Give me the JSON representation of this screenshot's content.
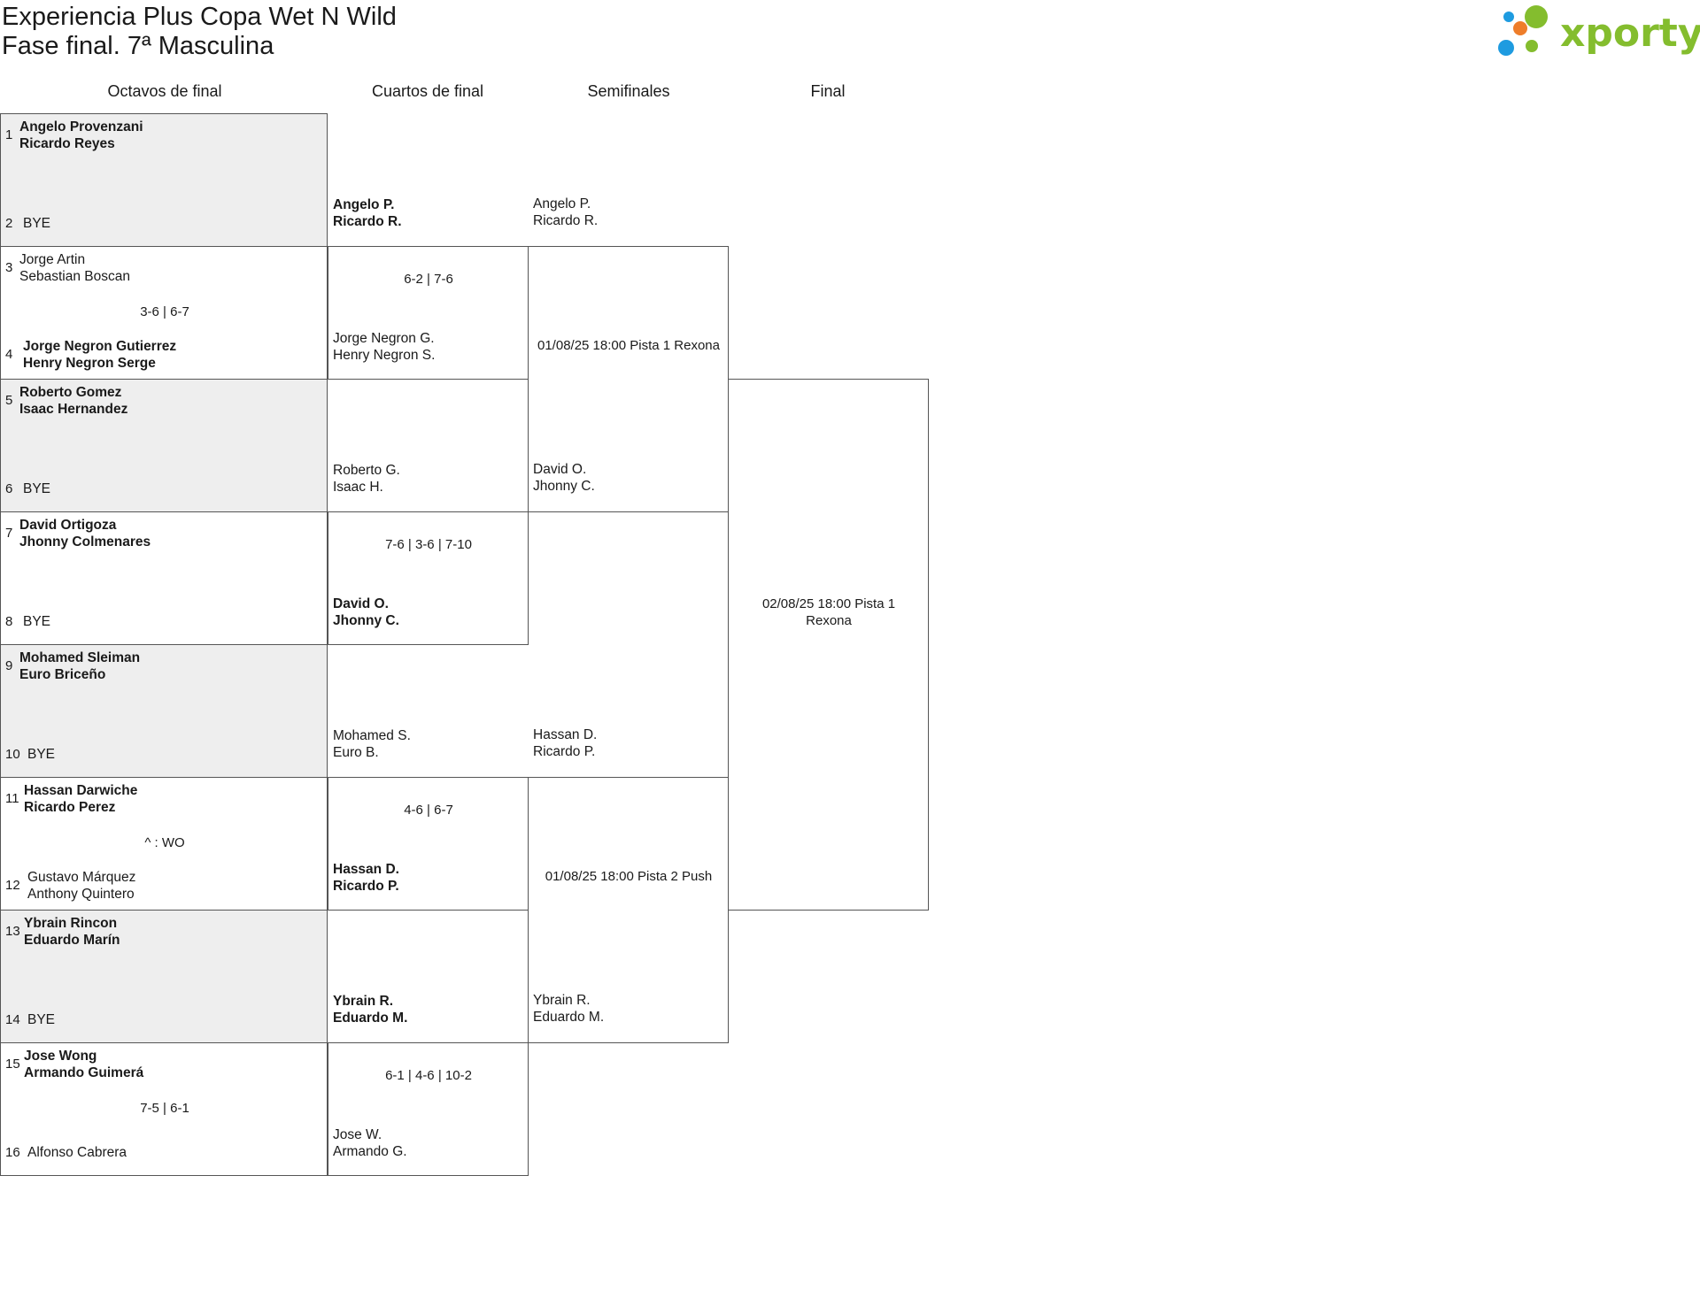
{
  "header": {
    "title_line1": "Experiencia Plus Copa Wet N Wild",
    "title_line2": "Fase final. 7ª Masculina",
    "brand": "xporty"
  },
  "rounds": [
    "Octavos de final",
    "Cuartos de final",
    "Semifinales",
    "Final"
  ],
  "octavos": [
    {
      "top": {
        "seed": "1",
        "players": [
          "Angelo Provenzani",
          "Ricardo Reyes"
        ],
        "winner": true
      },
      "bottom": {
        "seed": "2",
        "players": [
          "BYE"
        ],
        "winner": false
      },
      "score": "",
      "grey": true
    },
    {
      "top": {
        "seed": "3",
        "players": [
          "Jorge Artin",
          "Sebastian Boscan"
        ],
        "winner": false
      },
      "bottom": {
        "seed": "4",
        "players": [
          "Jorge Negron Gutierrez",
          "Henry Negron Serge"
        ],
        "winner": true
      },
      "score": "3-6 | 6-7",
      "grey": false
    },
    {
      "top": {
        "seed": "5",
        "players": [
          "Roberto Gomez",
          "Isaac Hernandez"
        ],
        "winner": true
      },
      "bottom": {
        "seed": "6",
        "players": [
          "BYE"
        ],
        "winner": false
      },
      "score": "",
      "grey": true
    },
    {
      "top": {
        "seed": "7",
        "players": [
          "David Ortigoza",
          "Jhonny Colmenares"
        ],
        "winner": true
      },
      "bottom": {
        "seed": "8",
        "players": [
          "BYE"
        ],
        "winner": false
      },
      "score": "",
      "grey": false
    },
    {
      "top": {
        "seed": "9",
        "players": [
          "Mohamed Sleiman",
          "Euro Briceño"
        ],
        "winner": true
      },
      "bottom": {
        "seed": "10",
        "players": [
          "BYE"
        ],
        "winner": false
      },
      "score": "",
      "grey": true
    },
    {
      "top": {
        "seed": "11",
        "players": [
          "Hassan Darwiche",
          "Ricardo Perez"
        ],
        "winner": true
      },
      "bottom": {
        "seed": "12",
        "players": [
          "Gustavo Márquez",
          "Anthony Quintero"
        ],
        "winner": false
      },
      "score": "^ : WO",
      "grey": false
    },
    {
      "top": {
        "seed": "13",
        "players": [
          "Ybrain Rincon",
          "Eduardo Marín"
        ],
        "winner": true
      },
      "bottom": {
        "seed": "14",
        "players": [
          "BYE"
        ],
        "winner": false
      },
      "score": "",
      "grey": true
    },
    {
      "top": {
        "seed": "15",
        "players": [
          "Jose Wong",
          "Armando Guimerá"
        ],
        "winner": true
      },
      "bottom": {
        "seed": "16",
        "players": [
          "Alfonso Cabrera"
        ],
        "winner": false
      },
      "score": "7-5 | 6-1",
      "grey": false
    }
  ],
  "cuartos": [
    {
      "top": {
        "players": [
          "Angelo P.",
          "Ricardo R."
        ],
        "winner": true
      },
      "bottom": {
        "players": [
          "Jorge Negron G.",
          "Henry Negron S."
        ],
        "winner": false
      },
      "score": "6-2 | 7-6"
    },
    {
      "top": {
        "players": [
          "Roberto G.",
          "Isaac H."
        ],
        "winner": false
      },
      "bottom": {
        "players": [
          "David O.",
          "Jhonny C."
        ],
        "winner": true
      },
      "score": "7-6 | 3-6 | 7-10"
    },
    {
      "top": {
        "players": [
          "Mohamed S.",
          "Euro B."
        ],
        "winner": false
      },
      "bottom": {
        "players": [
          "Hassan D.",
          "Ricardo P."
        ],
        "winner": true
      },
      "score": "4-6 | 6-7"
    },
    {
      "top": {
        "players": [
          "Ybrain R.",
          "Eduardo M."
        ],
        "winner": true
      },
      "bottom": {
        "players": [
          "Jose W.",
          "Armando G."
        ],
        "winner": false
      },
      "score": "6-1 | 4-6 | 10-2"
    }
  ],
  "semis": [
    {
      "top": {
        "players": [
          "Angelo P.",
          "Ricardo R."
        ],
        "winner": false
      },
      "bottom": {
        "players": [
          "David O.",
          "Jhonny C."
        ],
        "winner": false
      },
      "info": "01/08/25 18:00 Pista 1 Rexona"
    },
    {
      "top": {
        "players": [
          "Hassan D.",
          "Ricardo P."
        ],
        "winner": false
      },
      "bottom": {
        "players": [
          "Ybrain R.",
          "Eduardo M."
        ],
        "winner": false
      },
      "info": "01/08/25 18:00 Pista 2 Push"
    }
  ],
  "final": {
    "info_line1": "02/08/25 18:00 Pista 1",
    "info_line2": "Rexona"
  }
}
